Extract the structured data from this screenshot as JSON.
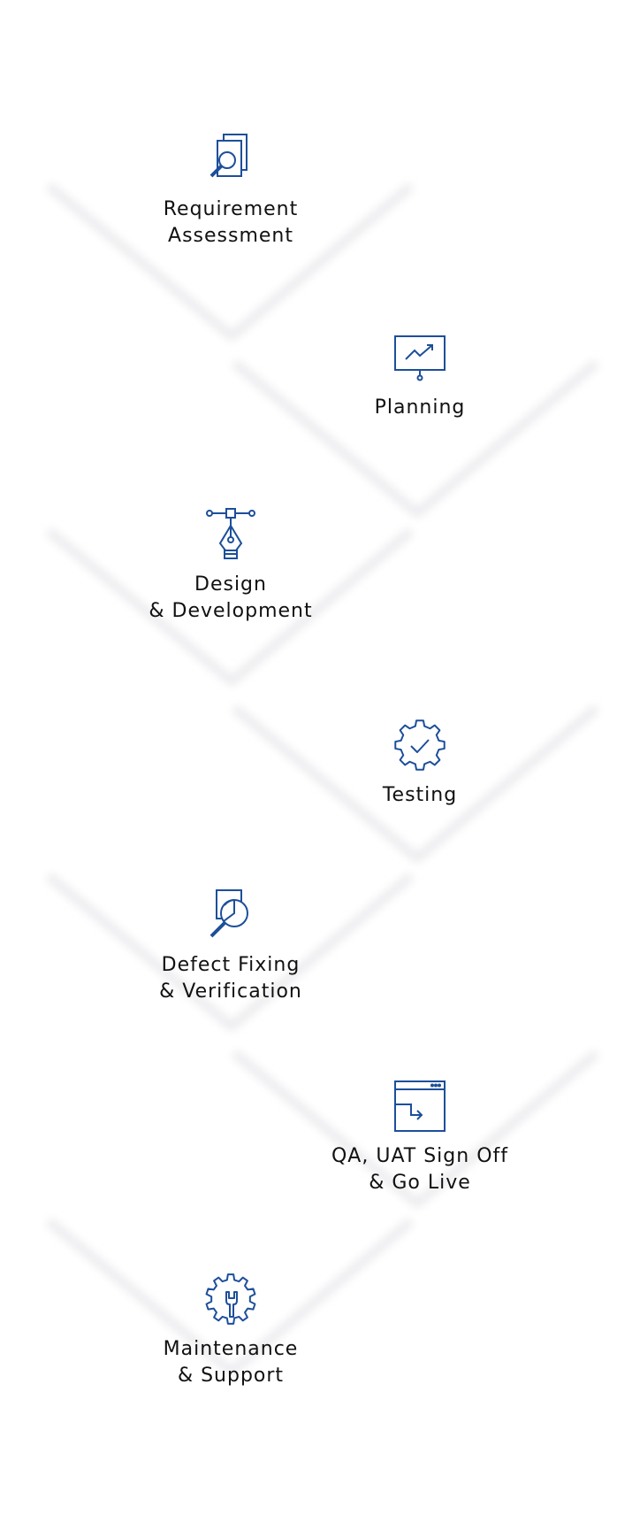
{
  "colors": {
    "icon": "#1d4f9a",
    "text": "#111111",
    "chevron_shadow": "#ececee"
  },
  "steps": [
    {
      "icon": "document-search-icon",
      "lines": [
        "Requirement",
        "Assessment"
      ]
    },
    {
      "icon": "presentation-chart-icon",
      "lines": [
        "Planning"
      ]
    },
    {
      "icon": "pen-tool-icon",
      "lines": [
        "Design",
        "& Development"
      ]
    },
    {
      "icon": "gear-check-icon",
      "lines": [
        "Testing"
      ]
    },
    {
      "icon": "magnify-pie-chart-icon",
      "lines": [
        "Defect Fixing",
        "& Verification"
      ]
    },
    {
      "icon": "browser-window-arrow-icon",
      "lines": [
        "QA, UAT Sign Off",
        "& Go Live"
      ]
    },
    {
      "icon": "gear-wrench-icon",
      "lines": [
        "Maintenance",
        "& Support"
      ]
    }
  ]
}
